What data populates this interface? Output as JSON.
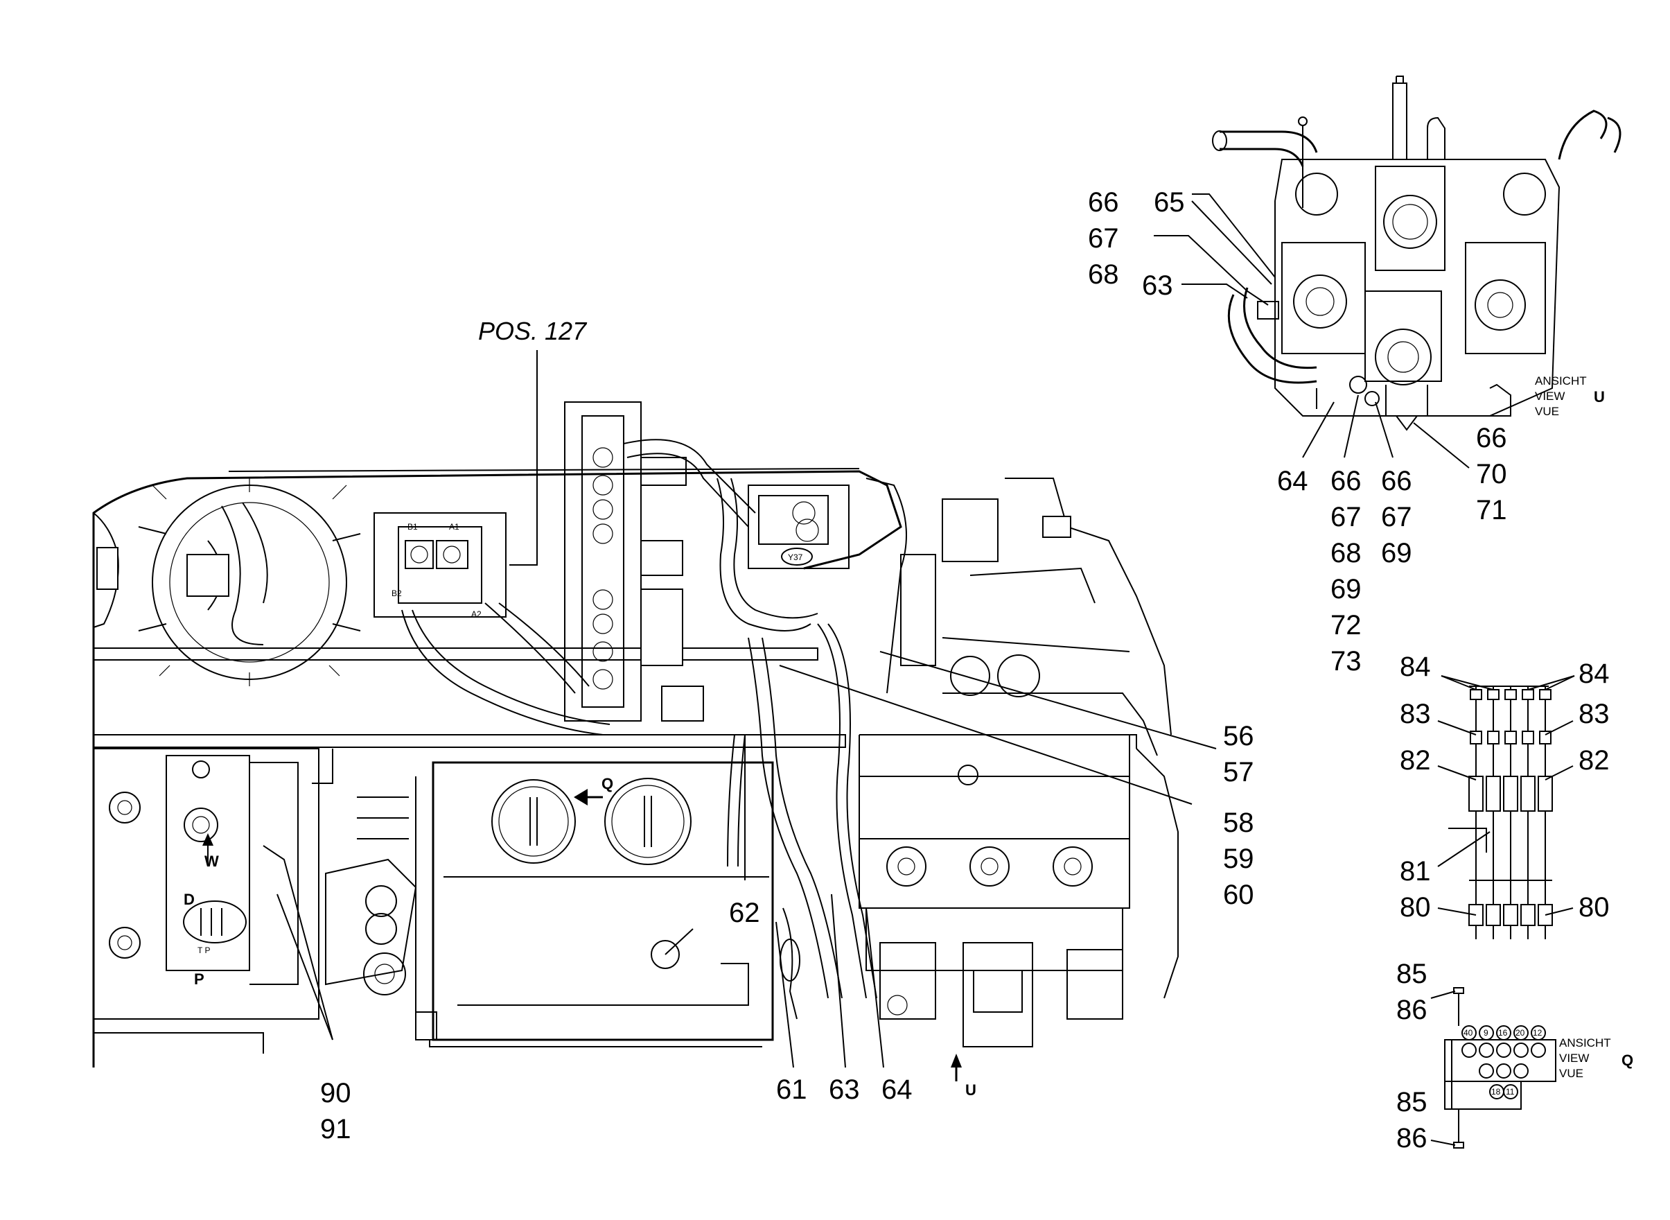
{
  "reference_label": "POS. 127",
  "views": {
    "u": {
      "lines": [
        "ANSICHT",
        "VIEW",
        "VUE"
      ],
      "letter": "U"
    },
    "q": {
      "lines": [
        "ANSICHT",
        "VIEW",
        "VUE"
      ],
      "letter": "Q"
    }
  },
  "markers": {
    "q_arrow": "Q",
    "u_arrow": "U",
    "w_arrow": "W",
    "d_label": "D",
    "p_label": "P",
    "tp_label": "T  P",
    "y37": "Y37"
  },
  "q_block_holes": [
    "40",
    "9",
    "16",
    "20",
    "12",
    "18",
    "11"
  ],
  "callouts_main": {
    "c56": "56",
    "c57": "57",
    "c58": "58",
    "c59": "59",
    "c60": "60",
    "c61": "61",
    "c62": "62",
    "c63": "63",
    "c64": "64",
    "c90": "90",
    "c91": "91"
  },
  "callouts_view_u": {
    "c66a": "66",
    "c67a": "67",
    "c68a": "68",
    "c65": "65",
    "c63": "63",
    "c64": "64",
    "c66b": "66",
    "c67b": "67",
    "c68b": "68",
    "c69b": "69",
    "c72": "72",
    "c73": "73",
    "c66c": "66",
    "c67c": "67",
    "c69c": "69",
    "c66d": "66",
    "c70": "70",
    "c71": "71"
  },
  "callouts_fittings": {
    "c84l": "84",
    "c84r": "84",
    "c83l": "83",
    "c83r": "83",
    "c82l": "82",
    "c82r": "82",
    "c81": "81",
    "c80l": "80",
    "c80r": "80"
  },
  "callouts_view_q": {
    "c85a": "85",
    "c86a": "86",
    "c85b": "85",
    "c86b": "86"
  }
}
